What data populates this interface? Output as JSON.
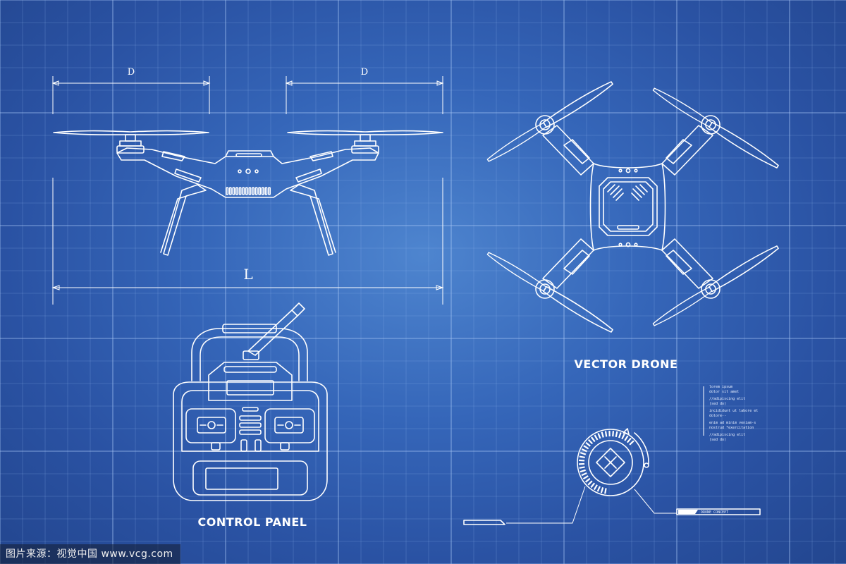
{
  "dimensions": {
    "left_width": "D",
    "right_width": "D",
    "length": "L"
  },
  "captions": {
    "drone": "VECTOR DRONE",
    "control_panel": "CONTROL PANEL"
  },
  "notes": [
    "lorem ipsum",
    "dolor sit amet",
    "//adipiscing elit",
    "(sed do)",
    "incididunt ut labore et",
    "dolore--",
    "enim ad minim veniam-s",
    "nostrud *exercitation",
    "//adipiscing elit",
    "(sed do)"
  ],
  "hud": {
    "label": "DRONE CONCEPT"
  },
  "watermark": "图片来源：视觉中国 www.vcg.com",
  "colors": {
    "background": "#3566b9",
    "line": "#ffffff",
    "grid": "#7fa6e0"
  }
}
